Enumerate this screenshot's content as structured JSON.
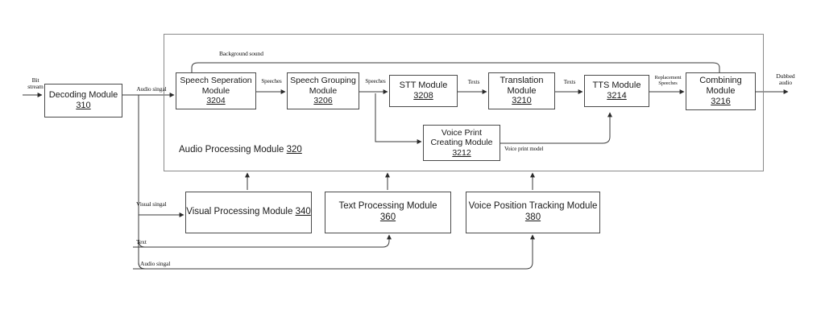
{
  "diagram": {
    "title": "Audio Processing Module Block Diagram",
    "container": {
      "label_text": "Audio Processing Module ",
      "label_number": "320"
    },
    "modules": [
      {
        "id": "decoding",
        "lines": [
          "Decoding Module"
        ],
        "number": "310",
        "number_inline": false
      },
      {
        "id": "speech-separation",
        "lines": [
          "Speech Seperation",
          "Module"
        ],
        "number": "3204",
        "number_inline": false
      },
      {
        "id": "speech-grouping",
        "lines": [
          "Speech Grouping",
          "Module"
        ],
        "number": "3206",
        "number_inline": false
      },
      {
        "id": "stt",
        "lines": [
          "STT Module"
        ],
        "number": "3208",
        "number_inline": false
      },
      {
        "id": "translation",
        "lines": [
          "Translation",
          "Module"
        ],
        "number": "3210",
        "number_inline": false
      },
      {
        "id": "tts",
        "lines": [
          "TTS Module"
        ],
        "number": "3214",
        "number_inline": false
      },
      {
        "id": "combining",
        "lines": [
          "Combining",
          "Module"
        ],
        "number": "3216",
        "number_inline": false
      },
      {
        "id": "voice-print-creating",
        "lines": [
          "Voice Print",
          "Creating Module"
        ],
        "number": "3212",
        "number_inline": false
      },
      {
        "id": "visual-processing",
        "lines": [
          "Visual Processing Module "
        ],
        "number": "340",
        "number_inline": true
      },
      {
        "id": "text-processing",
        "lines": [
          "Text Processing Module"
        ],
        "number": "360",
        "number_inline": false
      },
      {
        "id": "voice-position-tracking",
        "lines": [
          "Voice Position Tracking Module"
        ],
        "number": "380",
        "number_inline": false
      }
    ],
    "signal_labels": [
      {
        "id": "bit-stream",
        "lines": [
          "Bit",
          "stream"
        ]
      },
      {
        "id": "audio-signal-in",
        "lines": [
          "Audio singal"
        ]
      },
      {
        "id": "background-sound",
        "lines": [
          "Background sound"
        ]
      },
      {
        "id": "speeches-1",
        "lines": [
          "Speeches"
        ]
      },
      {
        "id": "speeches-2",
        "lines": [
          "Speeches"
        ]
      },
      {
        "id": "texts-1",
        "lines": [
          "Texts"
        ]
      },
      {
        "id": "texts-2",
        "lines": [
          "Texts"
        ]
      },
      {
        "id": "replacement-speeches",
        "lines": [
          "Replacement",
          "Speeches"
        ]
      },
      {
        "id": "dubbed-audio",
        "lines": [
          "Dubbed",
          "audio"
        ]
      },
      {
        "id": "voice-print-model",
        "lines": [
          "Voice print model"
        ]
      },
      {
        "id": "visual-signal",
        "lines": [
          "Visual singal"
        ]
      },
      {
        "id": "text-signal",
        "lines": [
          "Text"
        ]
      },
      {
        "id": "audio-signal-bottom",
        "lines": [
          "Audio singal"
        ]
      }
    ],
    "colors": {
      "line": "#3a3a3a",
      "box_border": "#4a4a4a",
      "container_border": "#8a8a8a",
      "text": "#1a1a1a",
      "background": "#ffffff"
    }
  }
}
